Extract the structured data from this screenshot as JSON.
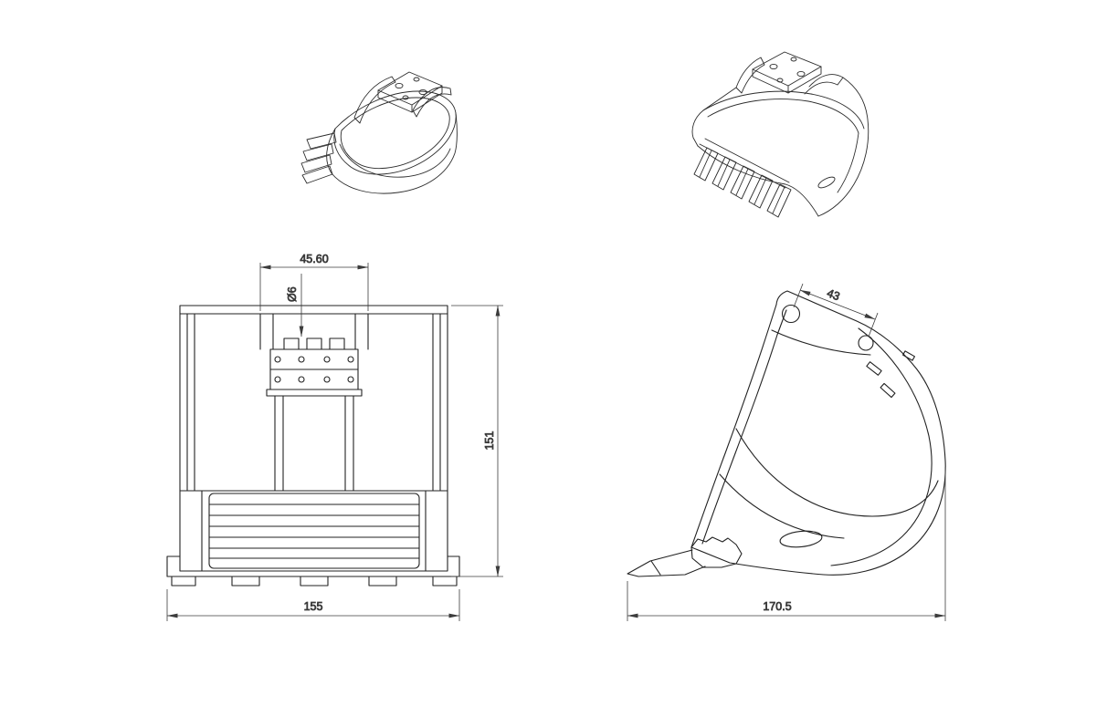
{
  "colors": {
    "line": "#222222",
    "dimension": "#3c3c3c",
    "background": "#ffffff"
  },
  "front_view": {
    "dim_width_top": "45.60",
    "dim_hole_diameter": "Ø6",
    "dim_height": "151",
    "dim_width_bottom": "155"
  },
  "side_view": {
    "dim_pin_spacing": "43",
    "dim_length": "170.5"
  }
}
